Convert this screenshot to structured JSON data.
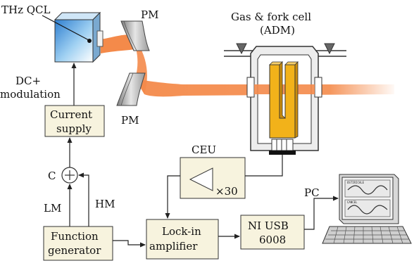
{
  "labels": {
    "qcl": "THz QCL",
    "pm_top": "PM",
    "pm_bottom": "PM",
    "cell_line1": "Gas & fork cell",
    "cell_line2": "(ADM)",
    "dc_line1": "DC+",
    "dc_line2": "modulation",
    "current_line1": "Current",
    "current_line2": "supply",
    "ceu": "CEU",
    "gain": "×30",
    "c": "C",
    "lm": "LM",
    "hm": "HM",
    "fg_line1": "Function",
    "fg_line2": "generator",
    "lockin_line1": "Lock-in",
    "lockin_line2": "amplifier",
    "ni_line1": "NI USB",
    "ni_line2": "6008",
    "pc": "PC"
  },
  "screen_text": {
    "top": "OSTIRICALE",
    "bottom": "CANCEL"
  },
  "colors": {
    "box_fill": "#f7f3de",
    "beam": "#f48a4a",
    "fork": "#f2b21a",
    "qcl_blue": "#3a8fd8",
    "line": "#222222"
  }
}
